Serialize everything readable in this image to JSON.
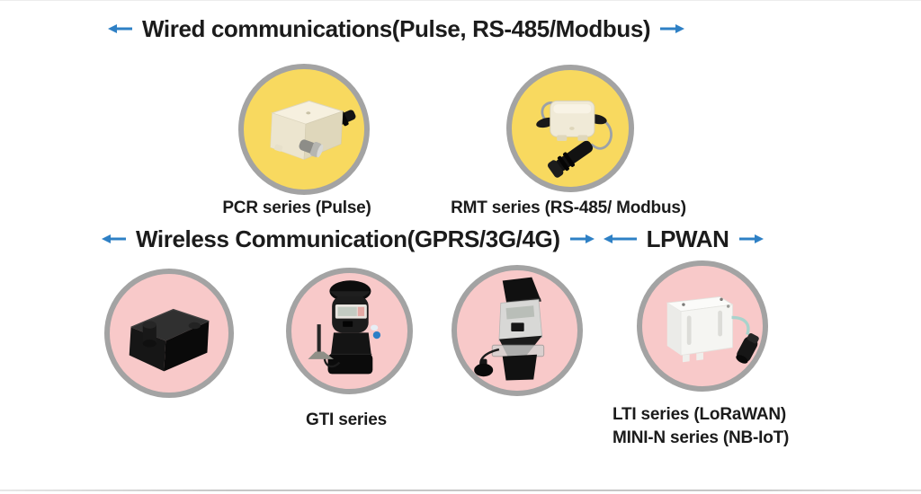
{
  "colors": {
    "arrow_blue": "#2E80C5",
    "wired_circle_bg": "#F8D95F",
    "wireless_circle_bg": "#F8C9C9",
    "circle_border": "#A3A3A3",
    "text": "#1B1B1B",
    "bottom_rule": "#C6C6C6"
  },
  "wired_section": {
    "title": "Wired communications(Pulse, RS-485/Modbus)",
    "products": [
      {
        "label": "PCR series (Pulse)",
        "image": "pulse-output-transmitter-photo",
        "circle_bg": "#F8D95F"
      },
      {
        "label": "RMT series (RS-485/ Modbus)",
        "image": "rs485-modbus-transmitter-photo",
        "circle_bg": "#F8D95F"
      }
    ]
  },
  "wireless_section": {
    "title": "Wireless Communication(GPRS/3G/4G)",
    "lpwan_title": "LPWAN",
    "products": [
      {
        "image": "black-logger-box-photo",
        "circle_bg": "#F8C9C9"
      },
      {
        "label": "GTI series",
        "image": "gti-wireless-meter-photo",
        "circle_bg": "#F8C9C9"
      },
      {
        "image": "wireless-meter-with-antenna-photo",
        "circle_bg": "#F8C9C9"
      },
      {
        "label": "LTI series (LoRaWAN)",
        "label2": "MINI-N series (NB-IoT)",
        "image": "lpwan-transmitter-box-photo",
        "circle_bg": "#F8C9C9"
      }
    ]
  }
}
